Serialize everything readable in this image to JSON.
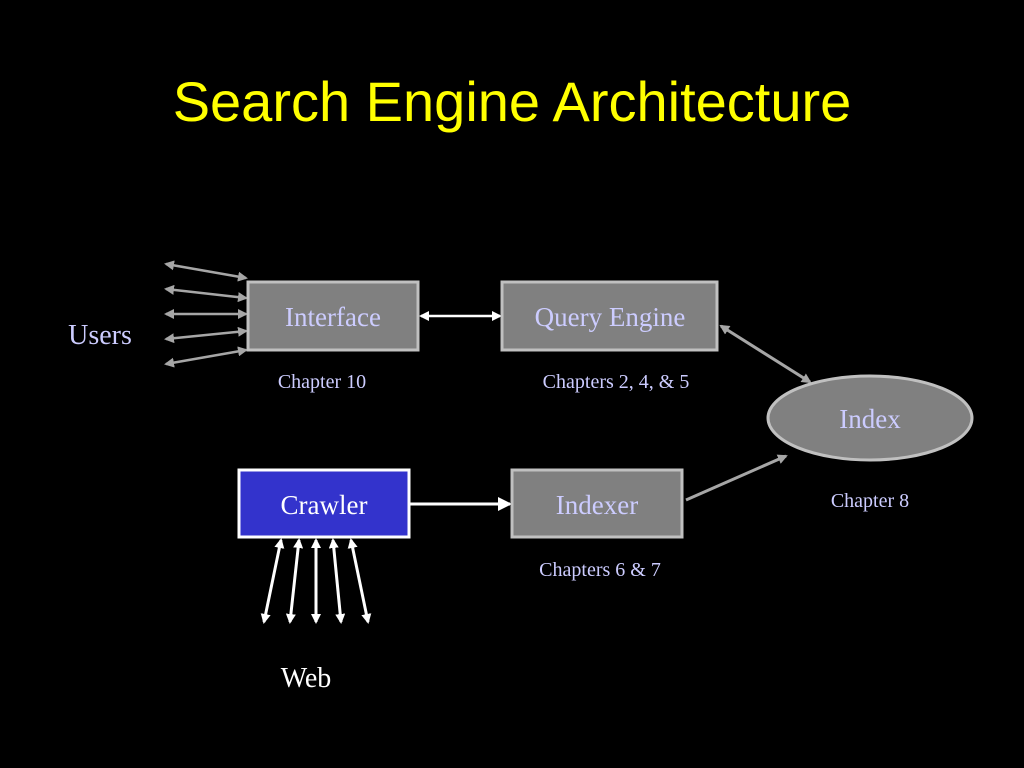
{
  "title": "Search Engine Architecture",
  "colors": {
    "background": "#000000",
    "title": "#ffff00",
    "node_fill": "#808080",
    "node_border": "#c0c0c0",
    "crawler_fill": "#3333cc",
    "crawler_border": "#ffffff",
    "node_text": "#ccccff",
    "caption_text": "#ccccff",
    "arrow_gray": "#a6a6a6",
    "arrow_white": "#ffffff"
  },
  "nodes": {
    "interface": {
      "label": "Interface",
      "caption": "Chapter 10"
    },
    "query_engine": {
      "label": "Query Engine",
      "caption": "Chapters 2, 4, & 5"
    },
    "index": {
      "label": "Index",
      "caption": "Chapter 8"
    },
    "crawler": {
      "label": "Crawler"
    },
    "indexer": {
      "label": "Indexer",
      "caption": "Chapters 6 & 7"
    }
  },
  "side_labels": {
    "users": "Users",
    "web": "Web"
  }
}
